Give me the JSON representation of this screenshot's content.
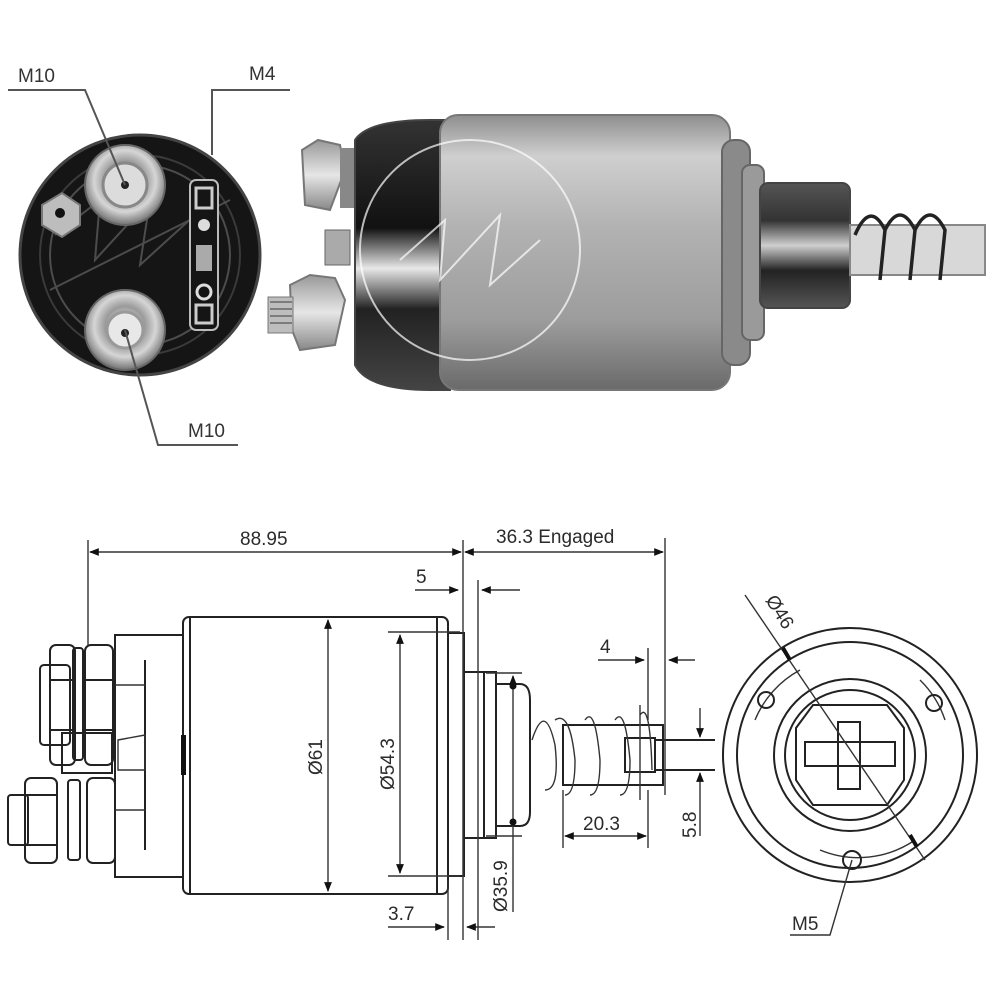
{
  "photo_end_view": {
    "labels": {
      "top_terminal": "M10",
      "small_terminal": "M4",
      "bottom_terminal": "M10"
    },
    "colors": {
      "body": "#1a1a1a",
      "metal": "#c8c8c8",
      "leader": "#555555"
    }
  },
  "photo_side_view": {
    "colors": {
      "body": "#b5b5b5",
      "highlight": "#e8e8e8",
      "shadow": "#6e6e6e"
    }
  },
  "drawing_side_view": {
    "dimensions": {
      "overall_length": "88.95",
      "plunger_engaged": "36.3 Engaged",
      "flange_offset": "5",
      "plunger_tip": "4",
      "body_diameter": "Ø61",
      "inner_diameter": "Ø54.3",
      "nose_diameter": "Ø35.9",
      "flange_thickness": "3.7",
      "spring_length": "20.3",
      "pin_width": "5.8"
    }
  },
  "drawing_front_view": {
    "dimensions": {
      "bolt_circle": "Ø46",
      "mount_thread": "M5"
    }
  }
}
